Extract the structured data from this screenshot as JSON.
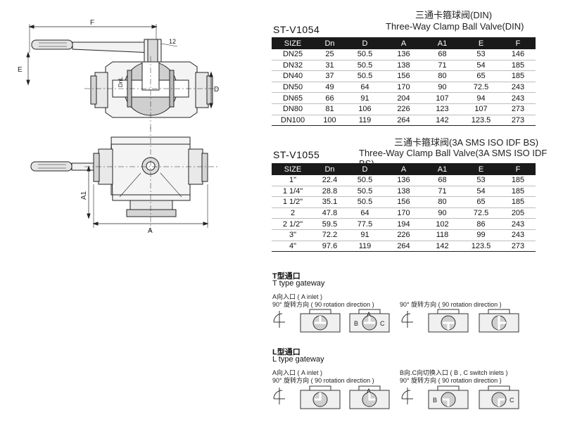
{
  "drawing": {
    "labels": {
      "F": "F",
      "E": "E",
      "D": "D",
      "DnL": "DnL",
      "thread": "12",
      "A1": "A1",
      "A": "A"
    }
  },
  "din": {
    "model": "ST-V1054",
    "title_cn": "三通卡箍球阀(DIN)",
    "title_en": "Three-Way Clamp Ball Valve(DIN)",
    "headers": [
      "SIZE",
      "Dn",
      "D",
      "A",
      "A1",
      "E",
      "F"
    ],
    "rows": [
      [
        "DN25",
        "25",
        "50.5",
        "136",
        "68",
        "53",
        "146"
      ],
      [
        "DN32",
        "31",
        "50.5",
        "138",
        "71",
        "54",
        "185"
      ],
      [
        "DN40",
        "37",
        "50.5",
        "156",
        "80",
        "65",
        "185"
      ],
      [
        "DN50",
        "49",
        "64",
        "170",
        "90",
        "72.5",
        "243"
      ],
      [
        "DN65",
        "66",
        "91",
        "204",
        "107",
        "94",
        "243"
      ],
      [
        "DN80",
        "81",
        "106",
        "226",
        "123",
        "107",
        "273"
      ],
      [
        "DN100",
        "100",
        "119",
        "264",
        "142",
        "123.5",
        "273"
      ]
    ]
  },
  "sms": {
    "model": "ST-V1055",
    "title_cn": "三通卡箍球阀(3A SMS ISO IDF BS)",
    "title_en": "Three-Way Clamp Ball Valve(3A SMS ISO IDF BS)",
    "headers": [
      "SIZE",
      "Dn",
      "D",
      "A",
      "A1",
      "E",
      "F"
    ],
    "rows": [
      [
        "1\"",
        "22.4",
        "50.5",
        "136",
        "68",
        "53",
        "185"
      ],
      [
        "1 1/4\"",
        "28.8",
        "50.5",
        "138",
        "71",
        "54",
        "185"
      ],
      [
        "1 1/2\"",
        "35.1",
        "50.5",
        "156",
        "80",
        "65",
        "185"
      ],
      [
        "2",
        "47.8",
        "64",
        "170",
        "90",
        "72.5",
        "205"
      ],
      [
        "2 1/2\"",
        "59.5",
        "77.5",
        "194",
        "102",
        "86",
        "243"
      ],
      [
        "3\"",
        "72.2",
        "91",
        "226",
        "118",
        "99",
        "243"
      ],
      [
        "4\"",
        "97.6",
        "119",
        "264",
        "142",
        "123.5",
        "273"
      ]
    ]
  },
  "t_gateway": {
    "title_cn": "T型通口",
    "title_en": "T type gateway",
    "inlet_note": "A向入口 ( A inlet )",
    "rotation_left": "90°  旋转方向 ( 90 rotation direction )",
    "rotation_right": "90°  旋转方向 ( 90 rotation direction )",
    "ports": [
      "A",
      "B",
      "C"
    ]
  },
  "l_gateway": {
    "title_cn": "L型通口",
    "title_en": "L type gateway",
    "inlet_note_left": "A向入口 ( A inlet )",
    "inlet_note_right": "B向.C向切换入口 ( B , C switch inlets )",
    "rotation_left": "90°  旋转方向 ( 90 rotation direction )",
    "rotation_right": "90°  旋转方向 ( 90 rotation direction )",
    "ports_left": [
      "A"
    ],
    "ports_right": [
      "B",
      "C"
    ]
  }
}
